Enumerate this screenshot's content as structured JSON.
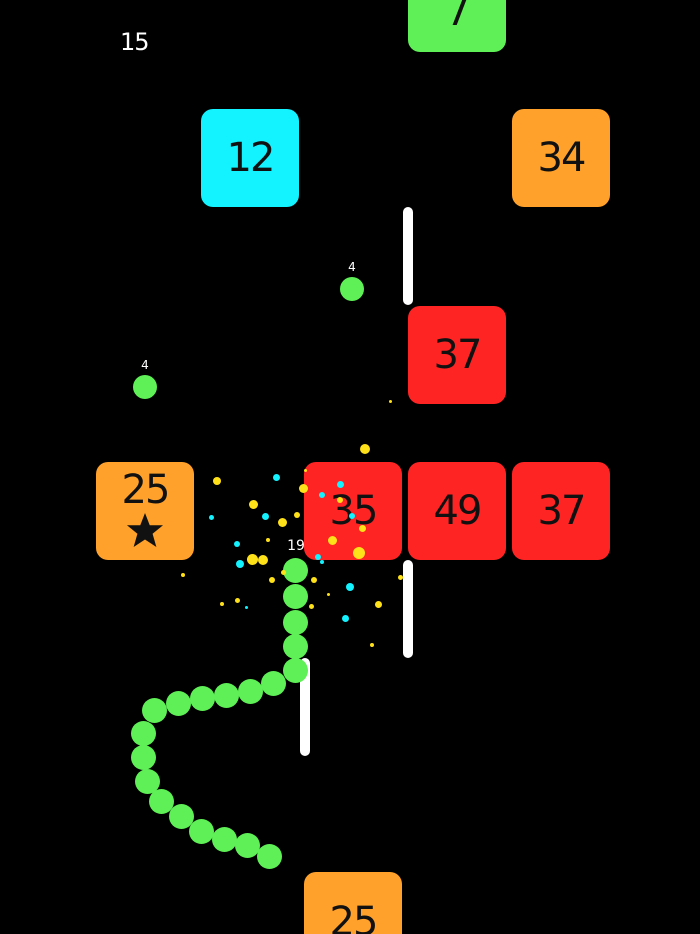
{
  "hud": {
    "score": "15"
  },
  "colors": {
    "background": "#000000",
    "green": "#5ef056",
    "cyan": "#12f2ff",
    "orange": "#ffa12b",
    "red": "#ff2424",
    "wall": "#ffffff",
    "particle_yellow": "#ffe11a",
    "particle_cyan": "#12f2ff"
  },
  "blocks": [
    {
      "value": "7",
      "color": "green"
    },
    {
      "value": "12",
      "color": "cyan"
    },
    {
      "value": "34",
      "color": "orange"
    },
    {
      "value": "37",
      "color": "red"
    },
    {
      "value": "25",
      "color": "orange",
      "icon": "star-icon"
    },
    {
      "value": "35",
      "color": "red"
    },
    {
      "value": "49",
      "color": "red"
    },
    {
      "value": "37",
      "color": "red"
    },
    {
      "value": "25",
      "color": "orange"
    }
  ],
  "pickups": [
    {
      "value": "4"
    },
    {
      "value": "4"
    }
  ],
  "snake": {
    "length": "19"
  }
}
